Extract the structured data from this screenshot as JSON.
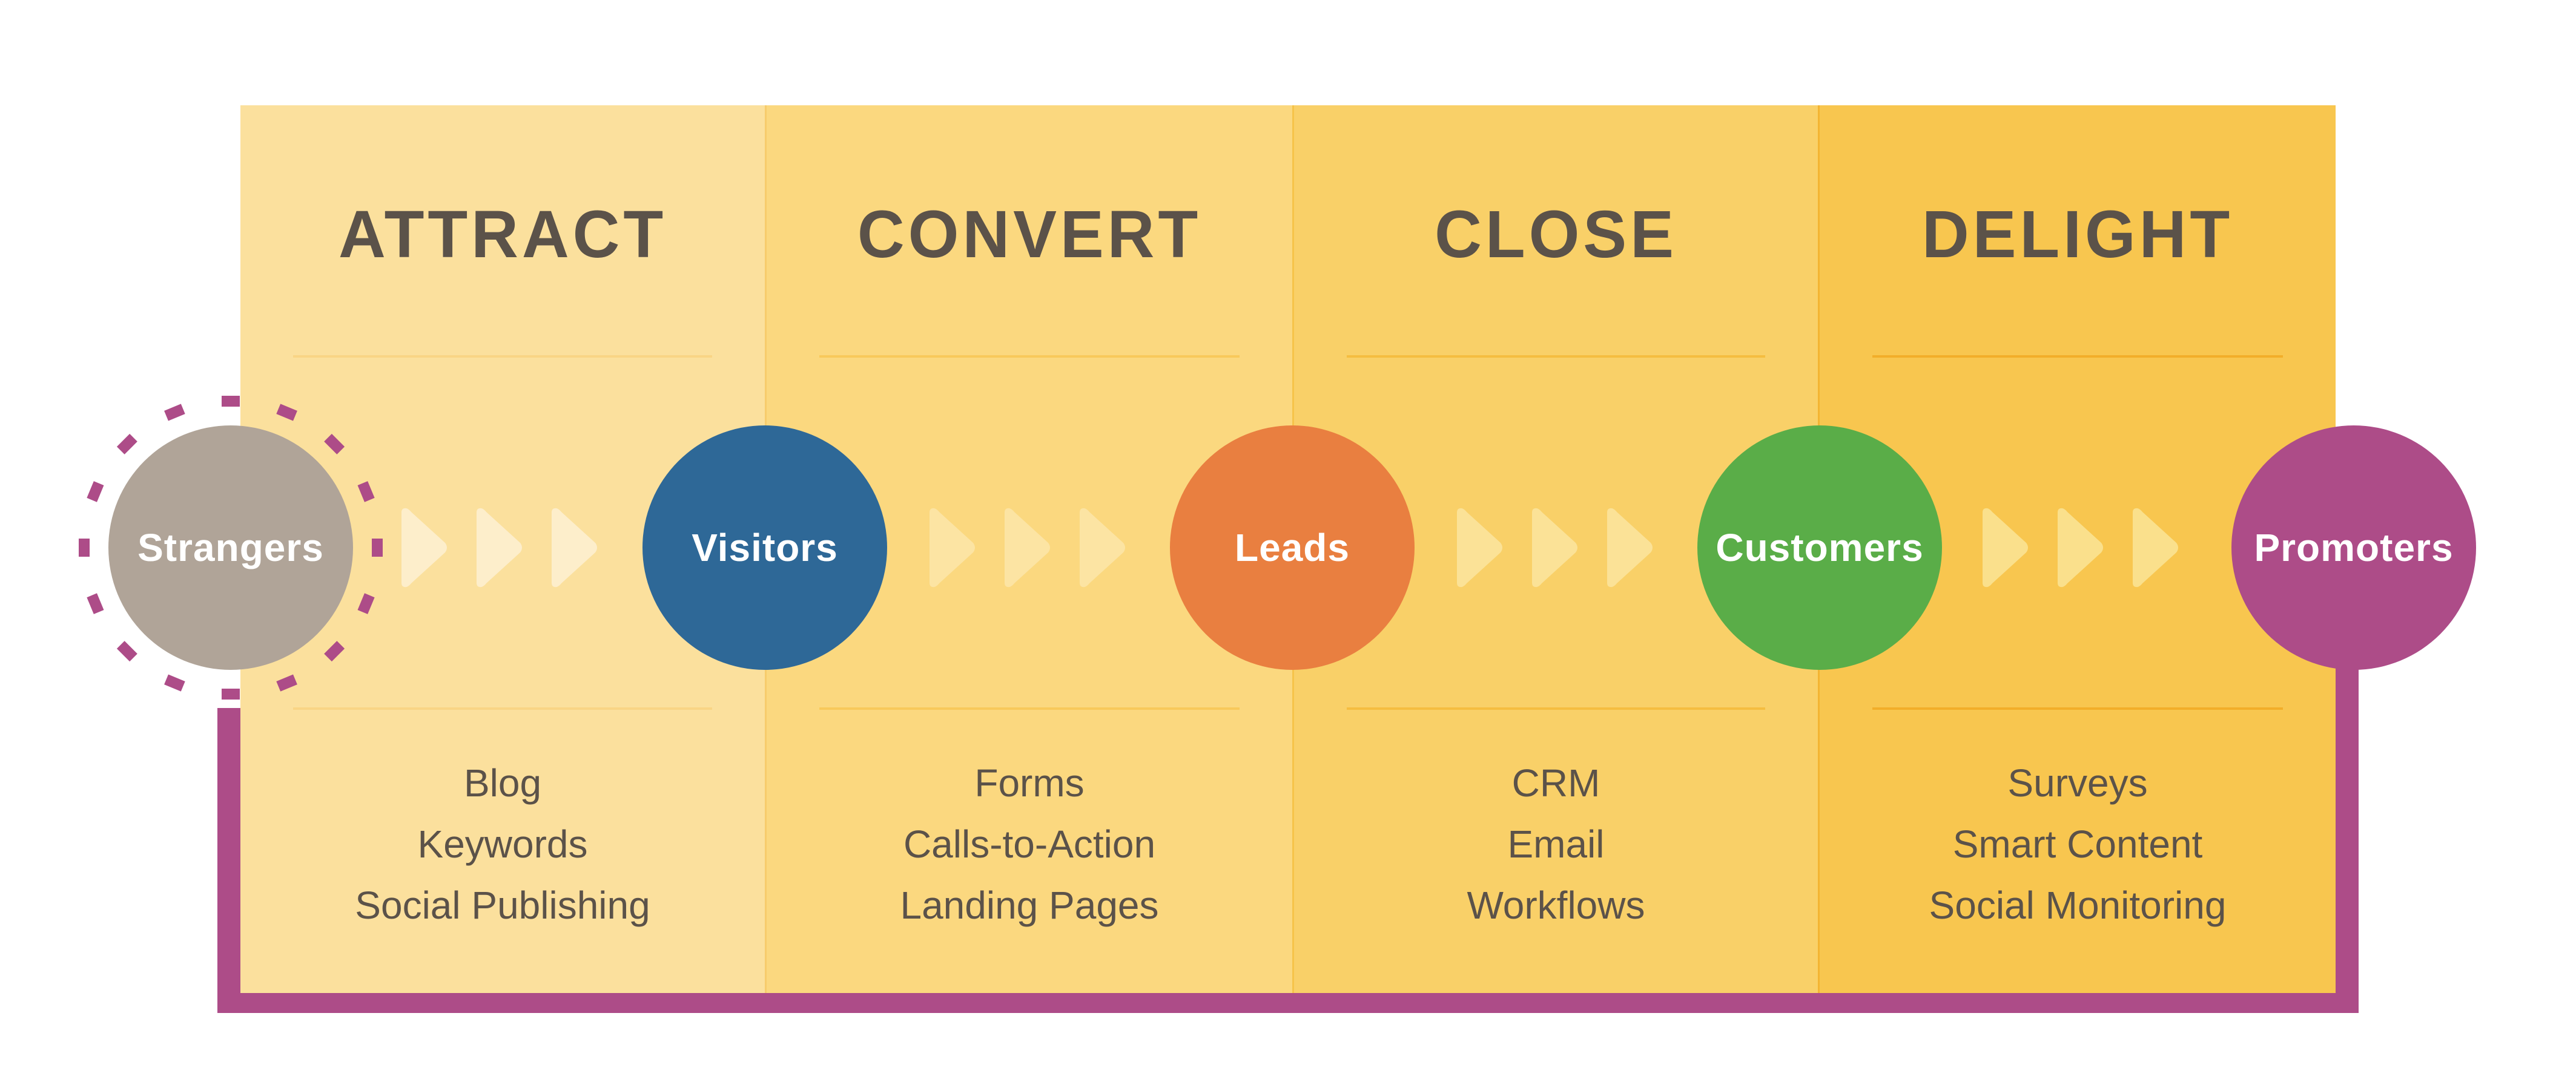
{
  "diagram": {
    "title": "Inbound Methodology",
    "stages": [
      {
        "heading": "ATTRACT",
        "tools": [
          "Blog",
          "Keywords",
          "Social Publishing"
        ]
      },
      {
        "heading": "CONVERT",
        "tools": [
          "Forms",
          "Calls-to-Action",
          "Landing Pages"
        ]
      },
      {
        "heading": "CLOSE",
        "tools": [
          "CRM",
          "Email",
          "Workflows"
        ]
      },
      {
        "heading": "DELIGHT",
        "tools": [
          "Surveys",
          "Smart Content",
          "Social Monitoring"
        ]
      }
    ],
    "nodes": [
      {
        "label": "Strangers",
        "color": "#b0a498"
      },
      {
        "label": "Visitors",
        "color": "#2e6897"
      },
      {
        "label": "Leads",
        "color": "#e97f40"
      },
      {
        "label": "Customers",
        "color": "#5aad48"
      },
      {
        "label": "Promoters",
        "color": "#ad4c88"
      }
    ],
    "loop_color": "#ad4c88",
    "stage_colors": [
      "#fbe09d",
      "#fbd87f",
      "#f9d068",
      "#f8c64f"
    ],
    "chevron_colors": [
      "#fdeecb",
      "#fce4a3",
      "#fbe297",
      "#fae08c"
    ]
  }
}
